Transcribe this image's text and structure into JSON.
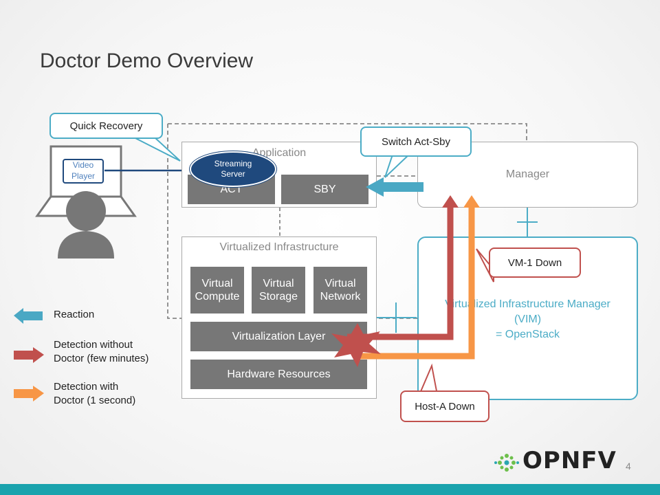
{
  "title": "Doctor Demo Overview",
  "video_player": "Video\nPlayer",
  "streaming_server": "Streaming\nServer",
  "application": {
    "label": "Application",
    "act": "ACT",
    "sby": "SBY"
  },
  "manager": {
    "label": "Manager"
  },
  "virtualized_infrastructure": {
    "label": "Virtualized Infrastructure",
    "compute": "Virtual\nCompute",
    "storage": "Virtual\nStorage",
    "network": "Virtual\nNetwork",
    "layer": "Virtualization Layer",
    "hardware": "Hardware Resources"
  },
  "vim": {
    "label": "Virtualized Infrastructure Manager\n(VIM)\n= OpenStack"
  },
  "callouts": {
    "quick_recovery": "Quick Recovery",
    "switch_act_sby": "Switch Act-Sby",
    "vm1_down": "VM-1 Down",
    "host_a_down": "Host-A Down"
  },
  "legend": [
    {
      "label": "Reaction",
      "color": "#4aa8c4"
    },
    {
      "label": "Detection without\nDoctor (few minutes)",
      "color": "#c0504d"
    },
    {
      "label": "Detection with\nDoctor (1 second)",
      "color": "#f79646"
    }
  ],
  "logo": "OPNFV",
  "page_number": "4",
  "colors": {
    "reaction": "#4aa8c4",
    "detection_without": "#c0504d",
    "detection_with": "#f79646",
    "vim_border": "#4bacc6",
    "streaming_server": "#1f497d",
    "footer": "#1aa3ad"
  }
}
